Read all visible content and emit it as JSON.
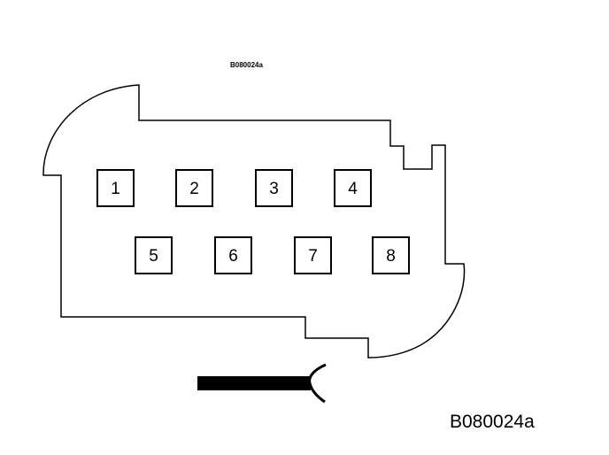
{
  "diagram": {
    "code_small": "B080024a",
    "figure_id": "B080024a",
    "stroke_color": "#000000",
    "background_color": "#ffffff",
    "pins": [
      {
        "label": "1"
      },
      {
        "label": "2"
      },
      {
        "label": "3"
      },
      {
        "label": "4"
      },
      {
        "label": "5"
      },
      {
        "label": "6"
      },
      {
        "label": "7"
      },
      {
        "label": "8"
      }
    ]
  }
}
